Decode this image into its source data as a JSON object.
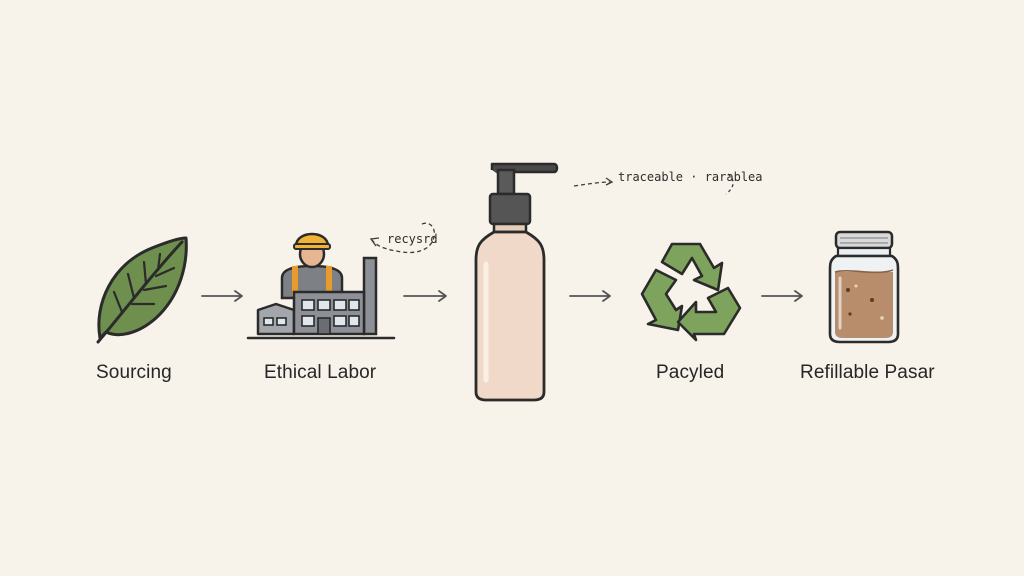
{
  "steps": [
    {
      "id": "sourcing",
      "label": "Sourcing",
      "icon": "leaf-icon"
    },
    {
      "id": "ethical-labor",
      "label": "Ethical Labor",
      "icon": "worker-factory-icon"
    },
    {
      "id": "bottle",
      "label": "",
      "icon": "pump-bottle-icon"
    },
    {
      "id": "recycled",
      "label": "Pacyled",
      "icon": "recycle-icon"
    },
    {
      "id": "refillable",
      "label": "Refillable Pasar",
      "icon": "jar-icon"
    }
  ],
  "annotations": {
    "recycled_note": "recysrd",
    "traceable_note": "traceable · rarablea"
  },
  "colors": {
    "background": "#f7f2ea",
    "leaf_green": "#6f8f4e",
    "recycle_green": "#7da35d",
    "bottle_fill": "#f0d9c8",
    "jar_fill": "#b88d6c",
    "helmet": "#f2b234",
    "factory": "#8d9197",
    "outline": "#2b2b2b"
  }
}
